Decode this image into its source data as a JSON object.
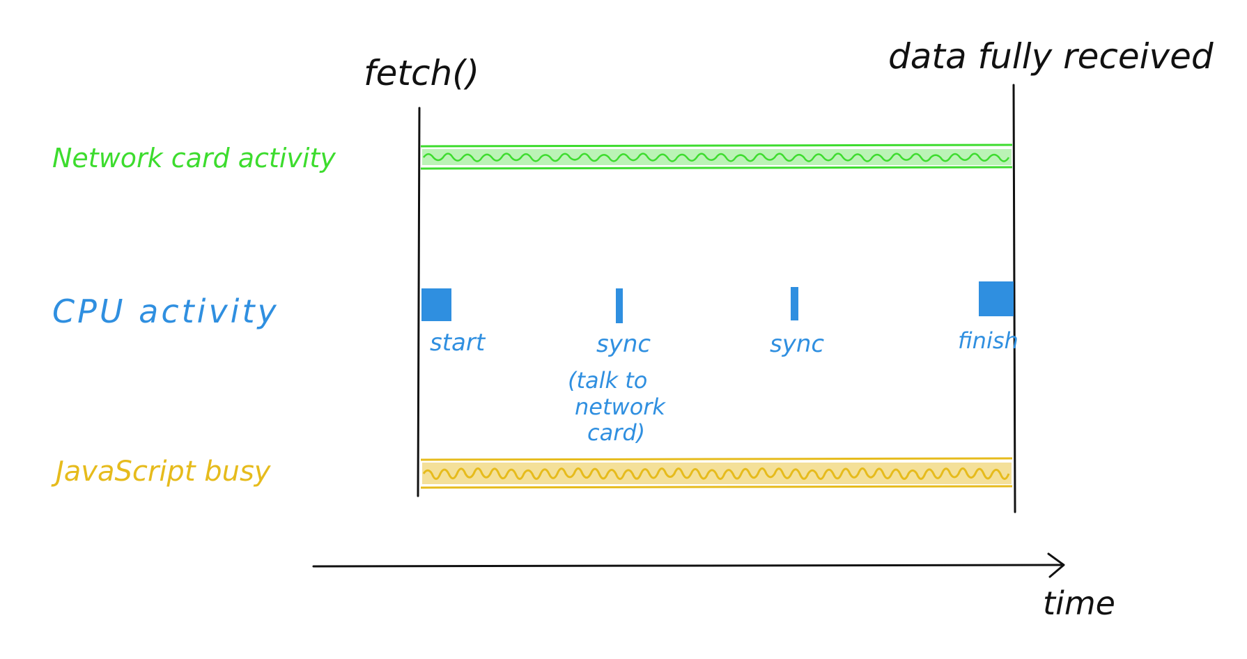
{
  "markers": {
    "start_label": "fetch()",
    "end_label": "data fully received"
  },
  "rows": {
    "network": {
      "label": "Network card activity",
      "color": "#3ddc2e"
    },
    "cpu": {
      "label": "CPU activity",
      "color": "#2f8fe0"
    },
    "javascript": {
      "label": "JavaScript busy",
      "color": "#e6bb1c"
    }
  },
  "cpu_events": {
    "start": "start",
    "sync1": "sync",
    "sync1_note_line1": "(talk to",
    "sync1_note_line2": "network",
    "sync1_note_line3": "card)",
    "sync2": "sync",
    "finish": "finish"
  },
  "axis": {
    "label": "time"
  }
}
